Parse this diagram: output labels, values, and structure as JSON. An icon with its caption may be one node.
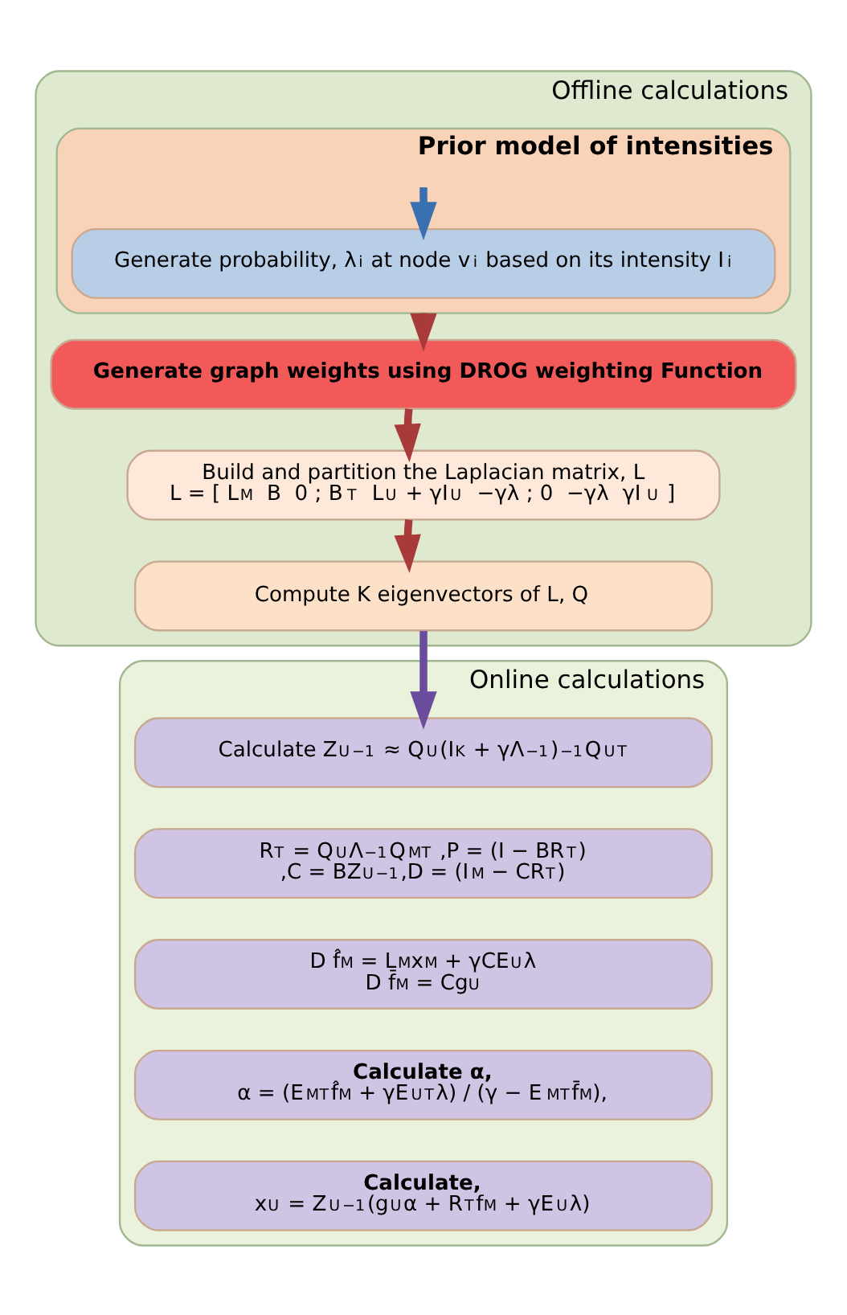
{
  "diagram": {
    "nodes": [
      {
        "text": [
          "Offline calculations"
        ]
      },
      {
        "text": [
          "Prior model of intensities"
        ],
        "in": 0
      },
      {
        "text": [
          "Generate probability, λ$_{i}$ at node v$_{i}$ based on its intensity I$_{i}$"
        ],
        "in": 1
      },
      {
        "text": [
          "Generate graph weights using DROG weighting Function"
        ],
        "in": 0
      },
      {
        "text": [
          "Build and partition the Laplacian matrix, L",
          "L = [ L$_{M}$  B  0 ; B$^{T}$  L$_{U}$ + γI$_{U}$  −γλ ; 0  −γλ  γI$_{U}$ ]"
        ],
        "in": 0
      },
      {
        "text": [
          "Compute K eigenvectors of L, Q"
        ],
        "in": 0
      },
      {
        "text": [
          "Online calculations"
        ]
      },
      {
        "text": [
          "Calculate Z$_{U}$$^{−1}$ ≈ Q$_{U}$(I$_{K}$ + γΛ$^{−1}$)$^{−1}$Q$_{U}$$^{T}$"
        ],
        "in": 6
      },
      {
        "text": [
          "R$^{T}$ = Q$_{U}$Λ$^{−1}$Q$_{M}$$^{T}$ ,P = (I − BR$^{T}$)",
          ",C = BZ$_{U}$$^{−1}$,D = (I$_{M}$ − CR$^{T}$)"
        ],
        "in": 6
      },
      {
        "text": [
          "D f̂$_{M}$ = L$_{M}$x$_{M}$ + γCE$_{U}$λ",
          "D f̄$_{M}$ = Cg$_{U}$"
        ],
        "in": 6
      },
      {
        "text": [
          "Calculate α,",
          "α = (E$_{M}$$^{T}$f̂$_{M}$ + γE$_{U}$$^{T}$λ) / (γ − E$_{M}$$^{T}$f̄$_{M}$),"
        ],
        "in": 6
      },
      {
        "text": [
          "Calculate,",
          "x$_{U}$ = Z$_{U}$$^{−1}$(g$_{U}$α + R$^{T}$f$_{M}$ + γE$_{U}$λ)"
        ],
        "in": 6
      }
    ],
    "edges": [
      {
        "from": null,
        "to": 2,
        "arrow": "to",
        "color": "#3a6fb0"
      },
      {
        "from": 1,
        "to": 3,
        "arrow": "to"
      },
      {
        "from": 3,
        "to": 4,
        "arrow": "to"
      },
      {
        "from": 4,
        "to": 5,
        "arrow": "to"
      },
      {
        "from": 5,
        "to": 7,
        "arrow": "to",
        "color": "#6a4c9c"
      }
    ]
  }
}
